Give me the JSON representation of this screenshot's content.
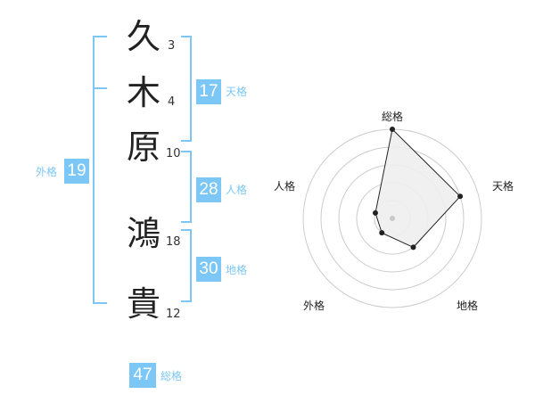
{
  "name_chars": [
    {
      "char": "久",
      "strokes": "3"
    },
    {
      "char": "木",
      "strokes": "4"
    },
    {
      "char": "原",
      "strokes": "10"
    },
    {
      "char": "鴻",
      "strokes": "18"
    },
    {
      "char": "貴",
      "strokes": "12"
    }
  ],
  "fortune": {
    "tenkaku": {
      "value": "17",
      "label": "天格"
    },
    "jinkaku": {
      "value": "28",
      "label": "人格"
    },
    "chikaku": {
      "value": "30",
      "label": "地格"
    },
    "gaikaku": {
      "value": "19",
      "label": "外格"
    },
    "soukaku": {
      "value": "47",
      "label": "総格"
    }
  },
  "colors": {
    "accent": "#7cc7f5",
    "text": "#222222",
    "grid": "#cccccc",
    "fill": "#eeeeee",
    "center": "#c8c8c8"
  },
  "chart_data": {
    "type": "radar",
    "axes": [
      "総格",
      "天格",
      "地格",
      "外格",
      "人格"
    ],
    "values": [
      5,
      4,
      2,
      1,
      1
    ],
    "max": 5,
    "rings": 5
  }
}
